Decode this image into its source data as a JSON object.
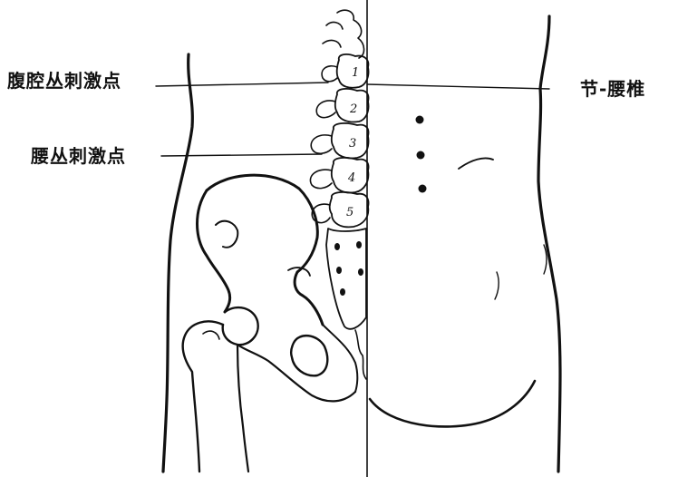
{
  "labels": {
    "celiac_plexus": "腹腔丛刺激点",
    "lumbar_plexus": "腰丛刺激点",
    "vertebra_level": "节-腰椎"
  },
  "vertebrae": [
    "1",
    "2",
    "3",
    "4",
    "5"
  ],
  "colors": {
    "ink": "#111111",
    "paper": "#ffffff"
  }
}
